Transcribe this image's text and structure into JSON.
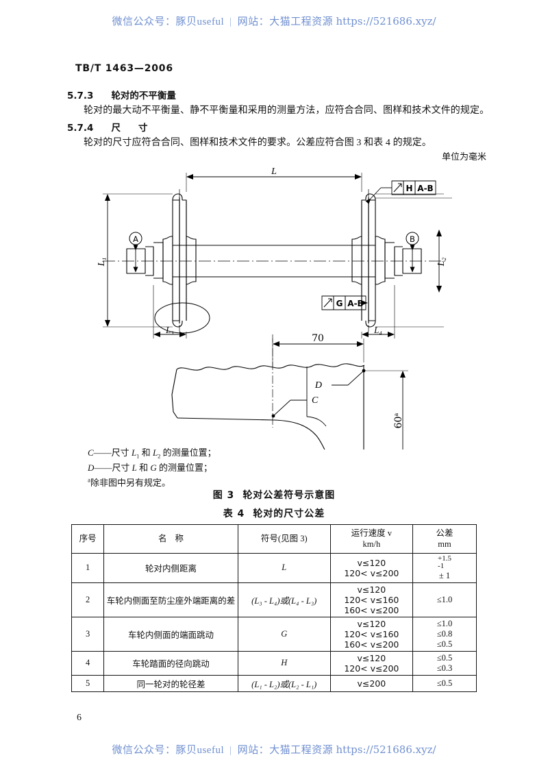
{
  "watermark": {
    "wechat_label": "微信公众号：",
    "wechat_name": "豚贝useful",
    "separator": "|",
    "site_label": "网站：",
    "site_name": "大猫工程资源",
    "url": "https://521686.xyz/"
  },
  "document": {
    "standard_number": "TB/T 1463—2006",
    "page_number": "6"
  },
  "clauses": [
    {
      "number": "5.7.3",
      "title": "轮对的不平衡量",
      "body": "轮对的最大动不平衡量、静不平衡量和采用的测量方法，应符合合同、图样和技术文件的规定。"
    },
    {
      "number": "5.7.4",
      "title_part1": "尺",
      "title_part2": "寸",
      "body": "轮对的尺寸应符合合同、图样和技术文件的要求。公差应符合图 3 和表 4 的规定。"
    }
  ],
  "unit_note": "单位为毫米",
  "figure": {
    "caption_label": "图 3",
    "caption_title": "轮对公差符号示意图",
    "dimensions": {
      "overall_L": "L",
      "left_wheel_dia": "L₁",
      "right_wheel_dia": "L₂",
      "left_back_to_dust": "L₃",
      "right_back_to_dust": "L₄",
      "detail_width": "70",
      "detail_height": "60"
    },
    "datums": [
      "A",
      "B"
    ],
    "fcf_top": {
      "symbol": "run-out",
      "tolerance": "H",
      "datum": "A-B"
    },
    "fcf_bottom": {
      "symbol": "run-out",
      "tolerance": "G",
      "datum": "A-B"
    },
    "detail_markers": [
      "C",
      "D"
    ],
    "legend": [
      "C——尺寸 L₁ 和 L₂ 的测量位置；",
      "D——尺寸 L 和 G 的测量位置；",
      "除非图中另有规定。"
    ],
    "legend_note_marker": "a"
  },
  "table": {
    "caption_label": "表 4",
    "caption_title": "轮对的尺寸公差",
    "headers": {
      "no": "序号",
      "name_part1": "名",
      "name_part2": "称",
      "symbol": "符号(见图 3)",
      "speed_line1": "运行速度 v",
      "speed_line2": "km/h",
      "tolerance_line1": "公差",
      "tolerance_line2": "mm"
    },
    "rows": [
      {
        "no": "1",
        "name": "轮对内侧距离",
        "symbol": "L",
        "speeds": [
          "v≤120",
          "120< v≤200"
        ],
        "tolerances": [
          "+1.5 / -1",
          "± 1"
        ],
        "tol_stack_up": "+1.5",
        "tol_stack_dn": "-1",
        "tol_second": "± 1"
      },
      {
        "no": "2",
        "name": "车轮内侧面至防尘座外端距离的差",
        "symbol": "(L₃ - L₄)或(L₄ - L₃)",
        "speeds": [
          "v≤120",
          "120< v≤160",
          "160< v≤200"
        ],
        "tolerances": [
          "≤1.0"
        ]
      },
      {
        "no": "3",
        "name": "车轮内侧面的端面跳动",
        "symbol": "G",
        "speeds": [
          "v≤120",
          "120< v≤160",
          "160< v≤200"
        ],
        "tolerances": [
          "≤1.0",
          "≤0.8",
          "≤0.5"
        ]
      },
      {
        "no": "4",
        "name": "车轮踏面的径向跳动",
        "symbol": "H",
        "speeds": [
          "v≤120",
          "120< v≤200"
        ],
        "tolerances": [
          "≤0.5",
          "≤0.3"
        ]
      },
      {
        "no": "5",
        "name": "同一轮对的轮径差",
        "symbol": "(L₁ - L₂)或(L₂ - L₁)",
        "speeds": [
          "v≤200"
        ],
        "tolerances": [
          "≤0.5"
        ]
      }
    ]
  }
}
